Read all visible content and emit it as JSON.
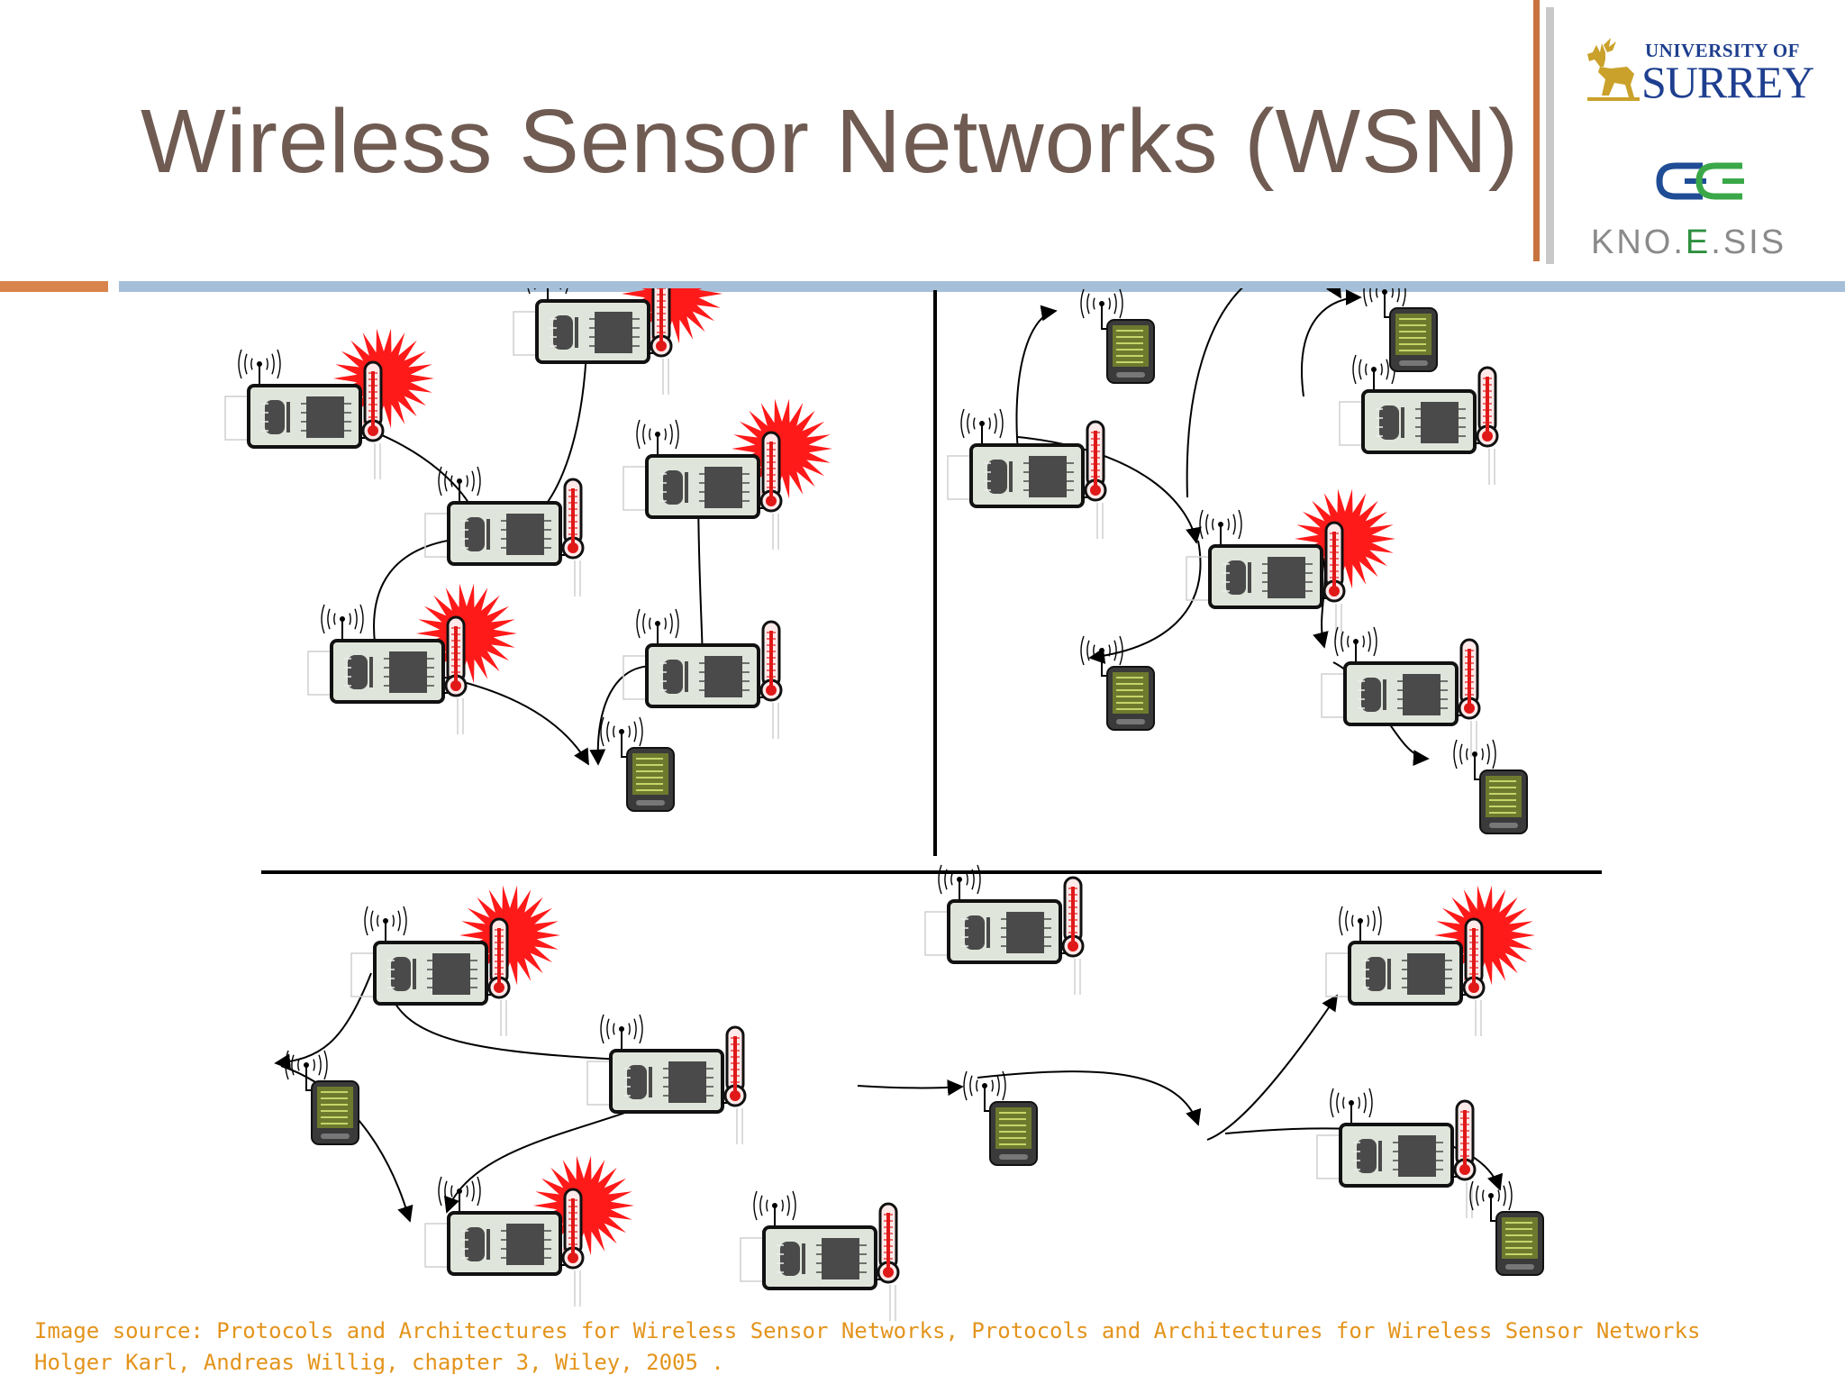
{
  "slide": {
    "title": "Wireless Sensor Networks (WSN)"
  },
  "logos": {
    "surrey_line1": "UNIVERSITY OF",
    "surrey_line2": "SURREY",
    "knoesis_prefix": "KNO.",
    "knoesis_e": "E",
    "knoesis_suffix": ".SIS"
  },
  "caption": {
    "line1": "Image source: Protocols and Architectures for Wireless Sensor Networks, Protocols and Architectures for Wireless Sensor Networks",
    "line2": "Holger Karl, Andreas Willig, chapter 3, Wiley, 2005 ."
  },
  "diagram": {
    "panels": [
      {
        "sensors": [
          [
            338,
            462,
            true
          ],
          [
            658,
            368,
            true
          ],
          [
            560,
            592,
            false
          ],
          [
            780,
            540,
            true
          ],
          [
            430,
            745,
            true
          ],
          [
            780,
            750,
            false
          ]
        ],
        "sinks": [
          [
            720,
            860
          ]
        ],
        "links": [
          [
            [
              300,
              462
            ],
            [
              400,
              450
            ],
            [
              515,
              520
            ],
            [
              532,
              584
            ]
          ],
          [
            [
              652,
              360
            ],
            [
              650,
              500
            ],
            [
              612,
              580
            ],
            [
              565,
              590
            ]
          ],
          [
            [
              552,
              596
            ],
            [
              400,
              592
            ],
            [
              410,
              690
            ],
            [
              420,
              738
            ]
          ],
          [
            [
              394,
              738
            ],
            [
              560,
              750
            ],
            [
              625,
              800
            ],
            [
              653,
              848
            ]
          ],
          [
            [
              775,
              532
            ],
            [
              775,
              640
            ],
            [
              780,
              700
            ],
            [
              780,
              743
            ]
          ],
          [
            [
              758,
              748
            ],
            [
              700,
              720
            ],
            [
              660,
              760
            ],
            [
              664,
              848
            ]
          ]
        ]
      },
      {
        "sensors": [
          [
            1140,
            528,
            false
          ],
          [
            1575,
            468,
            false
          ],
          [
            1405,
            640,
            true
          ],
          [
            1555,
            770,
            false
          ]
        ],
        "sinks": [
          [
            1253,
            385
          ],
          [
            1567,
            372
          ],
          [
            1253,
            770
          ],
          [
            1667,
            885
          ]
        ],
        "links": [
          [
            [
              1132,
              522
            ],
            [
              1120,
              420
            ],
            [
              1140,
              350
            ],
            [
              1172,
              345
            ]
          ],
          [
            [
              1318,
              552
            ],
            [
              1310,
              300
            ],
            [
              1440,
              250
            ],
            [
              1488,
              330
            ]
          ],
          [
            [
              1447,
              440
            ],
            [
              1435,
              350
            ],
            [
              1480,
              330
            ],
            [
              1510,
              330
            ]
          ],
          [
            [
              1130,
              485
            ],
            [
              1270,
              500
            ],
            [
              1320,
              560
            ],
            [
              1328,
              602
            ]
          ],
          [
            [
              1330,
              600
            ],
            [
              1345,
              680
            ],
            [
              1290,
              720
            ],
            [
              1210,
              730
            ]
          ],
          [
            [
              1465,
              610
            ],
            [
              1480,
              640
            ],
            [
              1460,
              680
            ],
            [
              1470,
              718
            ]
          ],
          [
            [
              1480,
              735
            ],
            [
              1530,
              760
            ],
            [
              1550,
              840
            ],
            [
              1585,
              842
            ]
          ]
        ]
      },
      {
        "sensors": [
          [
            478,
            1080,
            true
          ],
          [
            740,
            1200,
            false
          ],
          [
            1115,
            1034,
            false
          ],
          [
            1560,
            1080,
            true
          ],
          [
            1550,
            1282,
            false
          ],
          [
            560,
            1380,
            true
          ],
          [
            910,
            1396,
            false
          ]
        ],
        "sinks": [
          [
            370,
            1230
          ],
          [
            1123,
            1253
          ],
          [
            1685,
            1375
          ]
        ],
        "links": [
          [
            [
              412,
              1080
            ],
            [
              380,
              1160
            ],
            [
              355,
              1175
            ],
            [
              306,
              1180
            ]
          ],
          [
            [
              426,
              1080
            ],
            [
              440,
              1160
            ],
            [
              520,
              1170
            ],
            [
              784,
              1180
            ]
          ],
          [
            [
              764,
              1190
            ],
            [
              740,
              1250
            ],
            [
              530,
              1250
            ],
            [
              496,
              1345
            ]
          ],
          [
            [
              312,
              1183
            ],
            [
              420,
              1220
            ],
            [
              450,
              1340
            ],
            [
              455,
              1355
            ]
          ],
          [
            [
              952,
              1205
            ],
            [
              1000,
              1208
            ],
            [
              1040,
              1208
            ],
            [
              1068,
              1206
            ]
          ],
          [
            [
              1085,
              1196
            ],
            [
              1230,
              1180
            ],
            [
              1310,
              1190
            ],
            [
              1330,
              1248
            ]
          ],
          [
            [
              1340,
              1265
            ],
            [
              1380,
              1250
            ],
            [
              1440,
              1170
            ],
            [
              1484,
              1105
            ]
          ],
          [
            [
              1360,
              1258
            ],
            [
              1500,
              1245
            ],
            [
              1640,
              1250
            ],
            [
              1665,
              1320
            ]
          ]
        ]
      }
    ]
  }
}
